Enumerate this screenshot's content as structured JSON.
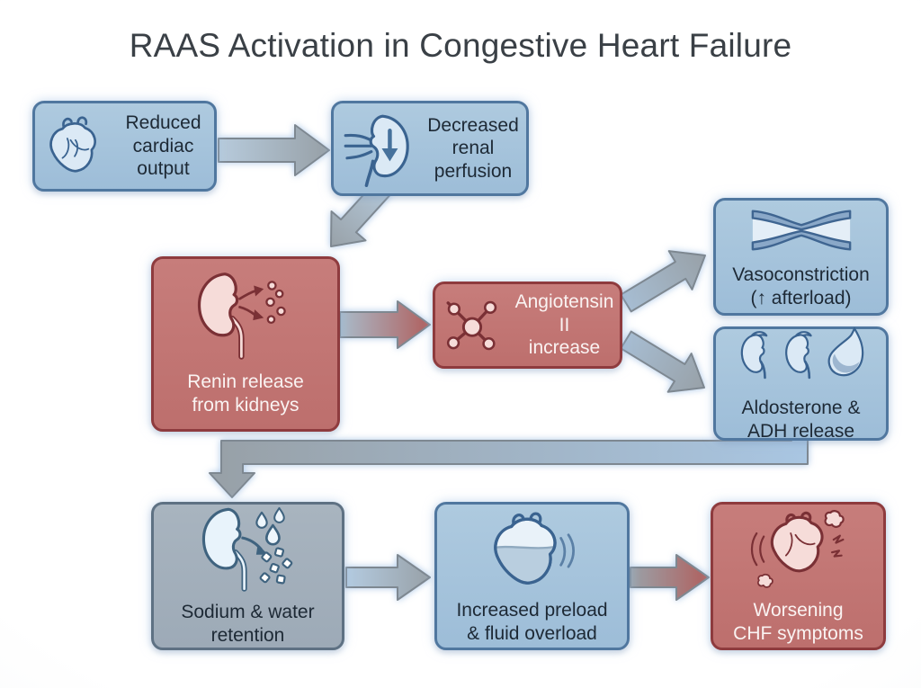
{
  "title": "RAAS Activation in Congestive Heart Failure",
  "nodes": [
    {
      "id": "reduced-cardiac-output",
      "label": "Reduced\ncardiac\noutput",
      "icon": "heart-icon",
      "style": "blue"
    },
    {
      "id": "decreased-renal-perfusion",
      "label": "Decreased\nrenal\nperfusion",
      "icon": "kidney-down-arrow-icon",
      "style": "blue"
    },
    {
      "id": "renin-release-from-kidneys",
      "label": "Renin release\nfrom kidneys",
      "icon": "kidney-renin-release-icon",
      "style": "red"
    },
    {
      "id": "angiotensin-ii-increase",
      "label": "Angiotensin II\nincrease",
      "icon": "angiotensin-molecule-icon",
      "style": "red"
    },
    {
      "id": "vasoconstriction",
      "label": "Vasoconstriction\n(↑ afterload)",
      "icon": "constricted-vessel-icon",
      "style": "blue"
    },
    {
      "id": "aldosterone-adh-release",
      "label": "Aldosterone &\nADH release",
      "icon": "kidneys-and-gland-icon",
      "style": "blue"
    },
    {
      "id": "sodium-water-retention",
      "label": "Sodium & water\nretention",
      "icon": "kidney-water-sodium-icon",
      "style": "gray"
    },
    {
      "id": "increased-preload-fluid-overload",
      "label": "Increased preload\n& fluid overload",
      "icon": "fluid-overloaded-heart-icon",
      "style": "blue"
    },
    {
      "id": "worsening-chf-symptoms",
      "label": "Worsening\nCHF symptoms",
      "icon": "distressed-heart-icon",
      "style": "red"
    }
  ],
  "edges": [
    {
      "from": "reduced-cardiac-output",
      "to": "decreased-renal-perfusion"
    },
    {
      "from": "decreased-renal-perfusion",
      "to": "renin-release-from-kidneys"
    },
    {
      "from": "renin-release-from-kidneys",
      "to": "angiotensin-ii-increase"
    },
    {
      "from": "angiotensin-ii-increase",
      "to": "vasoconstriction"
    },
    {
      "from": "angiotensin-ii-increase",
      "to": "aldosterone-adh-release"
    },
    {
      "from": "aldosterone-adh-release",
      "to": "sodium-water-retention"
    },
    {
      "from": "sodium-water-retention",
      "to": "increased-preload-fluid-overload"
    },
    {
      "from": "increased-preload-fluid-overload",
      "to": "worsening-chf-symptoms"
    }
  ],
  "colors": {
    "blue_box_fill": "#a8c5e0",
    "blue_box_border": "#50779f",
    "red_box_fill": "#c17472",
    "red_box_border": "#8e3b3e",
    "gray_box_fill": "#a2afbc",
    "gray_box_border": "#5e7183",
    "dark_text": "#1d2935",
    "light_text": "#faf3f2",
    "arrow_gray": "#98a1a8",
    "arrow_blue": "#a9c6e2",
    "arrow_red": "#b0605e",
    "title_text": "#3a4046",
    "background": "#fdfdfd"
  }
}
